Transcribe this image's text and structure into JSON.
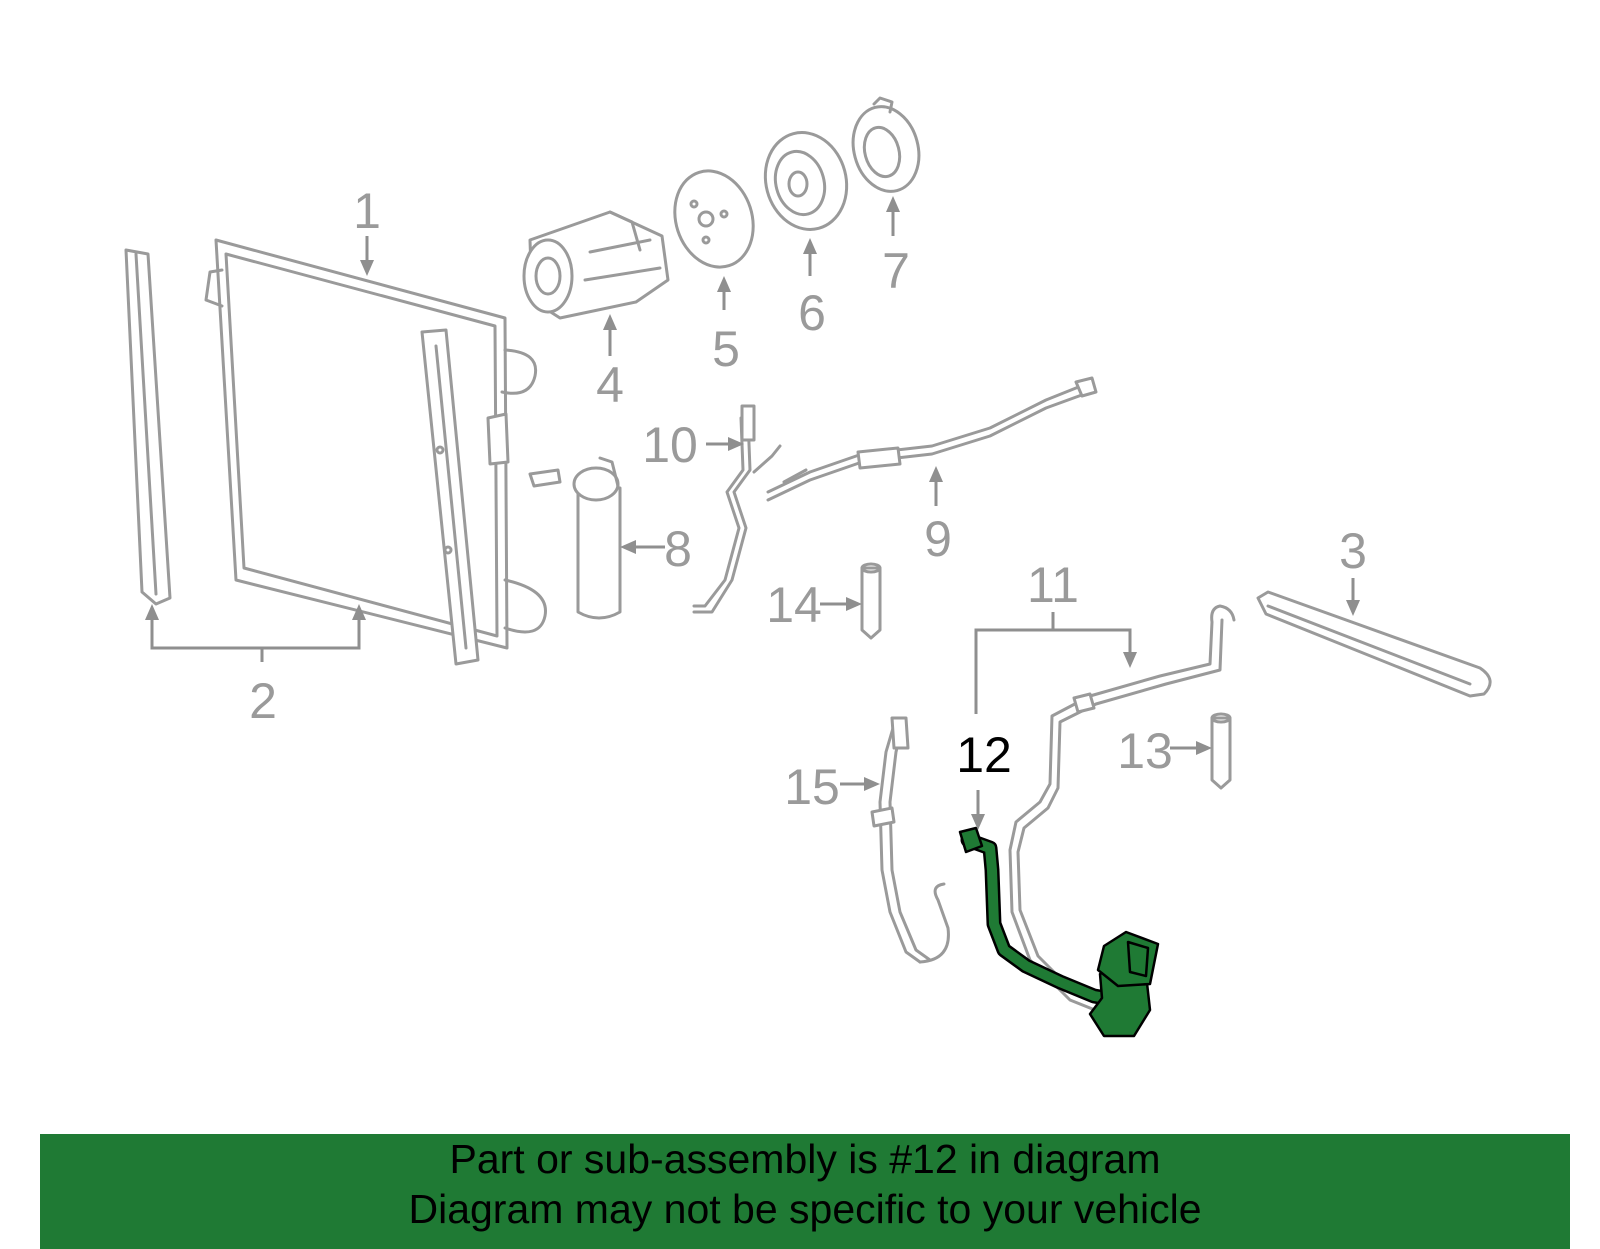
{
  "banner": {
    "line1": "Part or sub-assembly is #12 in diagram",
    "line2": "Diagram may not be specific to your vehicle",
    "color": "#1f7a34"
  },
  "callouts": {
    "c1": "1",
    "c2": "2",
    "c3": "3",
    "c4": "4",
    "c5": "5",
    "c6": "6",
    "c7": "7",
    "c8": "8",
    "c9": "9",
    "c10": "10",
    "c11": "11",
    "c12": "12",
    "c13": "13",
    "c14": "14",
    "c15": "15"
  },
  "highlight": {
    "part_number": "12",
    "color": "#1f7a34"
  }
}
